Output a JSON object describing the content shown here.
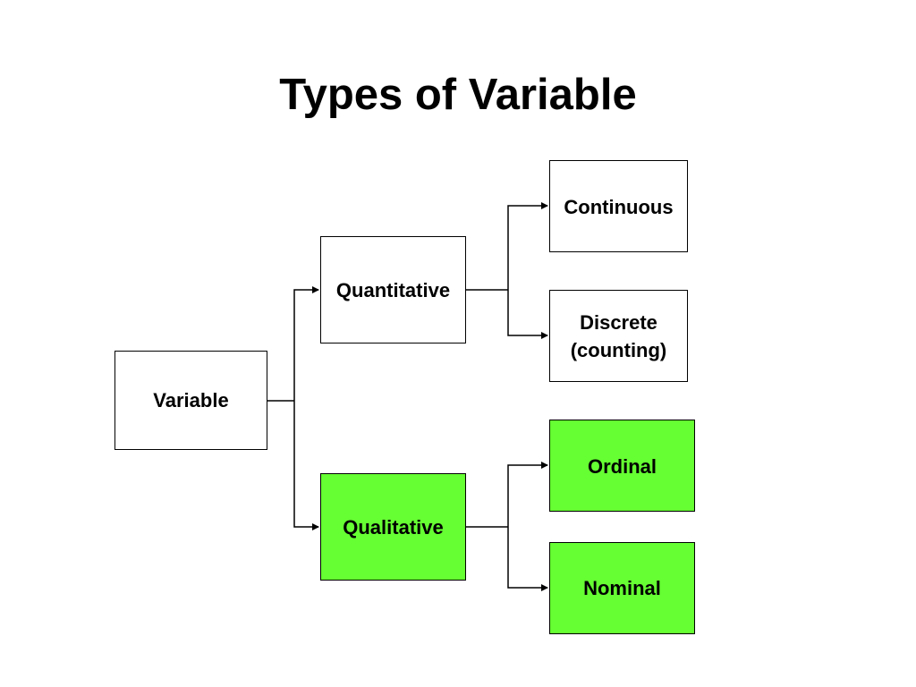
{
  "title": "Types of Variable",
  "colors": {
    "qualitative_fill": "#66ff33",
    "default_fill": "#ffffff",
    "line": "#000000"
  },
  "nodes": {
    "variable": {
      "label": "Variable"
    },
    "quantitative": {
      "label": "Quantitative"
    },
    "qualitative": {
      "label": "Qualitative"
    },
    "continuous": {
      "label": "Continuous"
    },
    "discrete": {
      "label": "Discrete\n(counting)"
    },
    "ordinal": {
      "label": "Ordinal"
    },
    "nominal": {
      "label": "Nominal"
    }
  }
}
